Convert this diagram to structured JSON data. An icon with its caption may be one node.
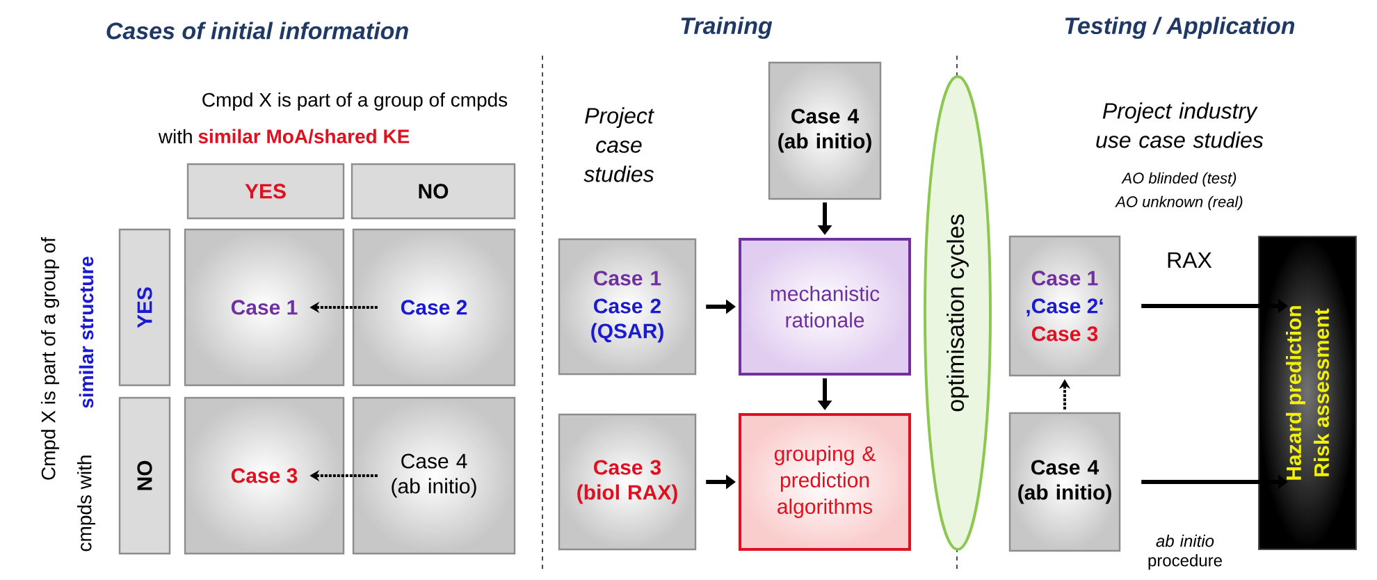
{
  "diagram": {
    "nodes": [
      {
        "text": [
          "YES"
        ]
      },
      {
        "text": [
          "NO"
        ]
      },
      {
        "text": [
          "YES"
        ]
      },
      {
        "text": [
          "NO"
        ]
      },
      {
        "text": [
          "Case 1"
        ]
      },
      {
        "text": [
          "Case 2"
        ]
      },
      {
        "text": [
          "Case 3"
        ]
      },
      {
        "text": [
          "Case 4 (ab initio)"
        ]
      },
      {
        "text": [
          "Case 4 (ab initio)"
        ]
      },
      {
        "text": [
          "Case 1",
          "Case 2 (QSAR)"
        ]
      },
      {
        "text": [
          "mechanistic rationale"
        ]
      },
      {
        "text": [
          "Case 3 (biol RAX)"
        ]
      },
      {
        "text": [
          "grouping & prediction algorithms"
        ]
      },
      {
        "text": [
          "optimisation cycles"
        ]
      },
      {
        "text": [
          "Case 1",
          ",Case 2‘",
          "Case 3"
        ]
      },
      {
        "text": [
          "Case 4 (ab initio)"
        ]
      },
      {
        "text": [
          "Hazard prediction",
          "Risk assessment"
        ]
      }
    ],
    "edges": [
      {
        "from": 5,
        "to": 4,
        "arrow": "to",
        "style": "dashed"
      },
      {
        "from": 7,
        "to": 6,
        "arrow": "to",
        "style": "dashed"
      },
      {
        "from": 8,
        "to": 10,
        "arrow": "to"
      },
      {
        "from": 9,
        "to": 10,
        "arrow": "to"
      },
      {
        "from": 10,
        "to": 12,
        "arrow": "to"
      },
      {
        "from": 11,
        "to": 12,
        "arrow": "to"
      },
      {
        "from": 15,
        "to": 14,
        "arrow": "to",
        "style": "dashed"
      },
      {
        "from": 14,
        "to": 16,
        "arrow": "to",
        "label": "RAX"
      },
      {
        "from": 15,
        "to": 16,
        "arrow": "to",
        "label": "*ab initio* procedure"
      }
    ],
    "labels": [
      "Cases of initial information",
      "Training",
      "Testing / Application",
      "Cmpd X is part of a group of cmpds",
      "with",
      "similar MoA/shared KE",
      "Cmpd X is part of a group of",
      "cmpds with",
      "similar structure",
      "Project case studies",
      "Project industry use case studies",
      "AO blinded (test)",
      "AO unknown (real)"
    ]
  }
}
